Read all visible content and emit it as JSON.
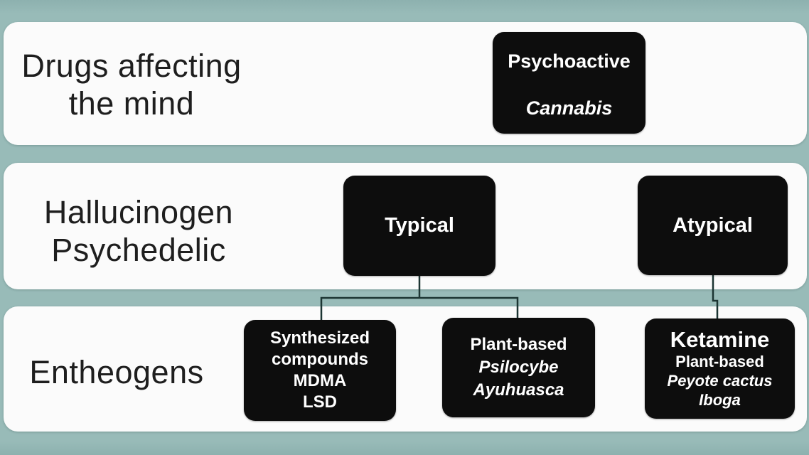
{
  "palette": {
    "background": "#98bbb8",
    "panel": "#fbfbfb",
    "node_bg": "#0d0d0d",
    "node_text": "#ffffff",
    "label_text": "#1e1e1e",
    "connector": "#1c3533"
  },
  "panels": [
    {
      "name": "drugs-affecting-the-mind",
      "title_line1": "Drugs affecting",
      "title_line2": "the mind"
    },
    {
      "name": "hallucinogen-psychedelic",
      "title_line1": "Hallucinogen",
      "title_line2": "Psychedelic"
    },
    {
      "name": "entheogens",
      "title_line1": "Entheogens",
      "title_line2": ""
    }
  ],
  "nodes": {
    "psychoactive": {
      "title": "Psychoactive",
      "subtitle_italic": "Cannabis"
    },
    "typical": {
      "label": "Typical"
    },
    "atypical": {
      "label": "Atypical"
    },
    "synthesized": {
      "lines": [
        "Synthesized",
        "compounds",
        "MDMA",
        "LSD"
      ]
    },
    "plant_based": {
      "line_bold": "Plant-based",
      "italic_line1": "Psilocybe",
      "italic_line2": "Ayuhuasca"
    },
    "ketamine": {
      "title": "Ketamine",
      "line_bold": "Plant-based",
      "italic_line1": "Peyote cactus",
      "italic_line2": "Iboga"
    }
  }
}
